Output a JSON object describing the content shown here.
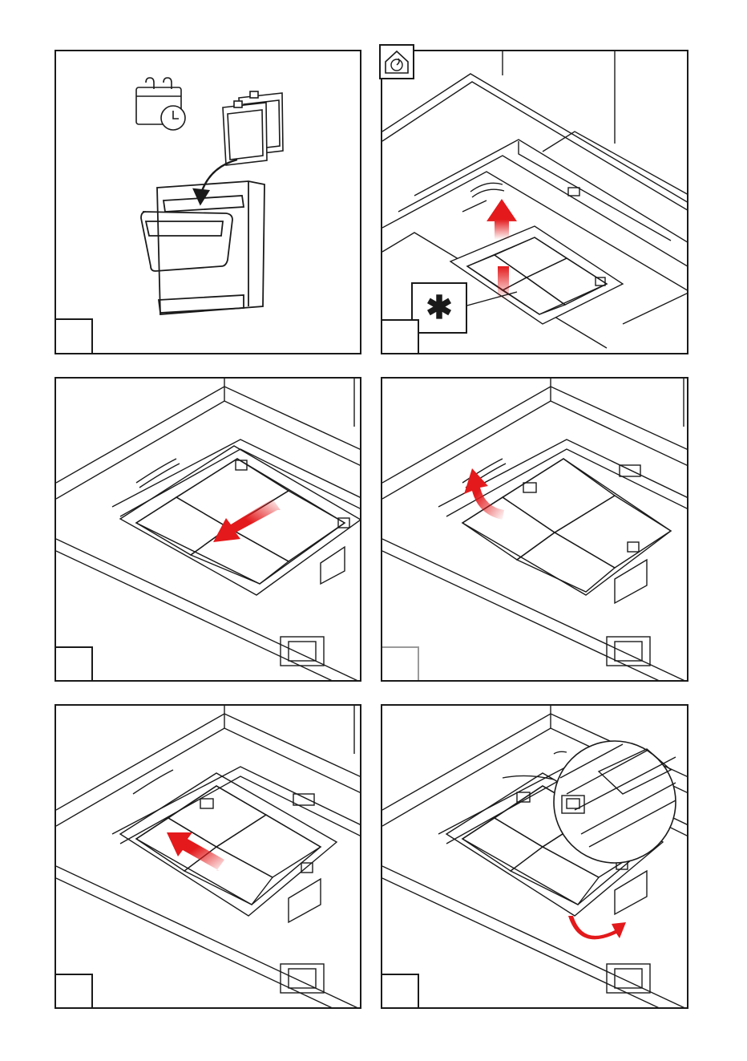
{
  "page": {
    "panels": [
      {
        "id": "step-1",
        "description_icons": [
          "calendar-clock-icon",
          "dishwasher-icon",
          "filter-icon"
        ],
        "step_label": ""
      },
      {
        "id": "step-2",
        "description_icons": [
          "house-fan-icon",
          "red-arrow-up-icon"
        ],
        "step_label": "",
        "callout_symbol": "✱"
      },
      {
        "id": "step-3",
        "description_icons": [
          "red-arrow-slide-icon"
        ],
        "step_label": ""
      },
      {
        "id": "step-4",
        "description_icons": [
          "red-arrow-curve-icon"
        ],
        "step_label": ""
      },
      {
        "id": "step-5",
        "description_icons": [
          "red-arrow-slide-icon"
        ],
        "step_label": ""
      },
      {
        "id": "step-6",
        "description_icons": [
          "red-arrow-rotate-icon",
          "magnifier-circle-icon"
        ],
        "step_label": ""
      }
    ]
  },
  "colors": {
    "line": "#1a1a1a",
    "arrow_red": "#e3191b",
    "arrow_fade": "#f4a0a0"
  }
}
